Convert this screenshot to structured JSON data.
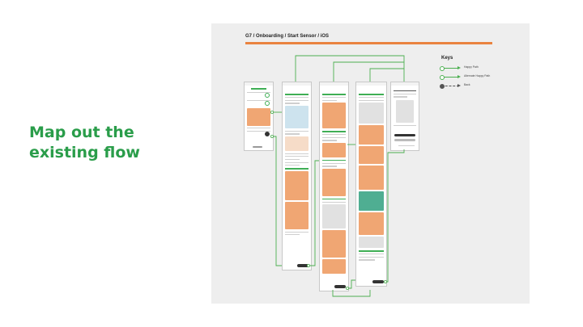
{
  "slide": {
    "headline": "Map out the existing flow"
  },
  "board": {
    "title": "G7 / Onboarding / Start Sensor / iOS",
    "accent_color": "#e9833f",
    "keys": {
      "title": "Keys",
      "items": [
        {
          "label": "Happy Path",
          "style": "solid-green"
        },
        {
          "label": "Alternate Happy Path",
          "style": "solid-green-open"
        },
        {
          "label": "Back",
          "style": "dashed-gray"
        }
      ]
    }
  },
  "colors": {
    "headline": "#2a9d4a",
    "connector": "#4caf50",
    "illustration": "#f0a673",
    "background": "#eeeeee"
  }
}
